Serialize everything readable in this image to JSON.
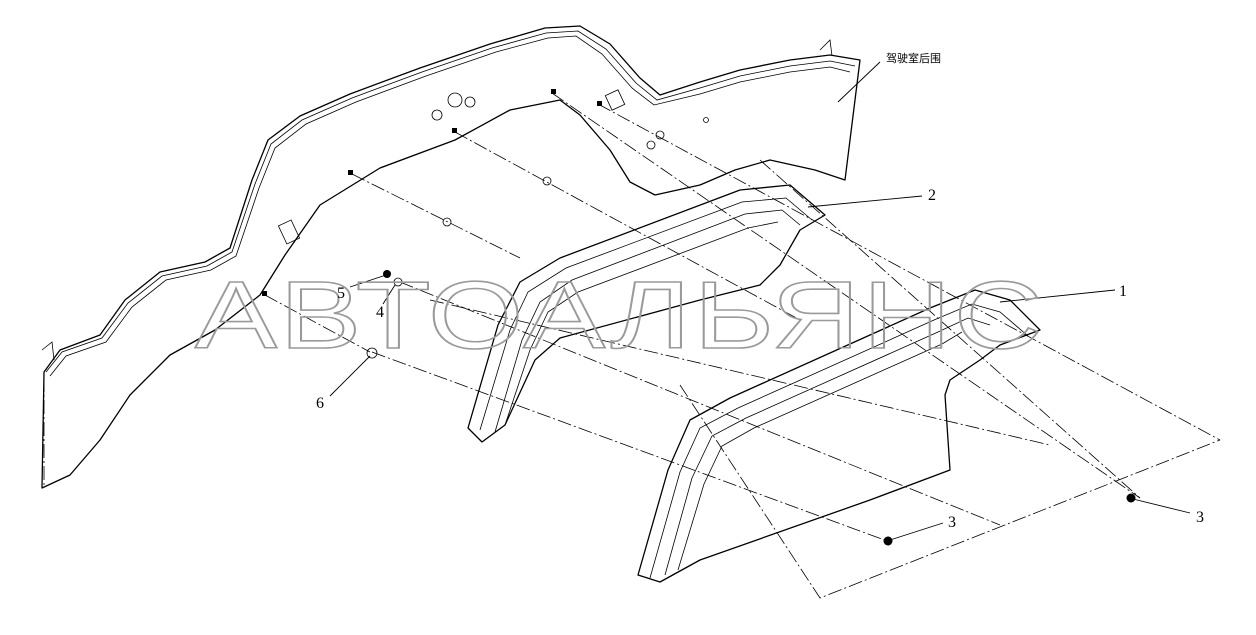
{
  "drawing": {
    "cab_label": "驾驶室后围",
    "watermark": "АВТОАЛЬЯНС",
    "callouts": [
      "1",
      "2",
      "3",
      "3",
      "4",
      "5",
      "6"
    ]
  }
}
